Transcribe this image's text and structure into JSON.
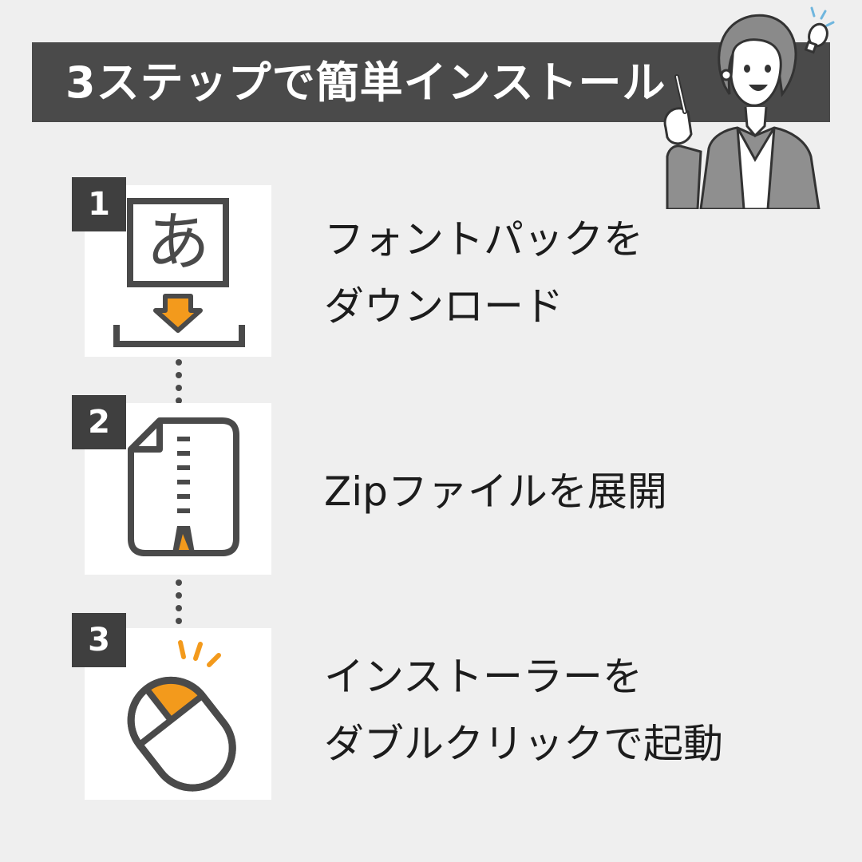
{
  "header": {
    "title": "3ステップで簡単インストール"
  },
  "steps": [
    {
      "number": "1",
      "icon": "font-download-icon",
      "glyph": "あ",
      "line1": "フォントパックを",
      "line2": "ダウンロード"
    },
    {
      "number": "2",
      "icon": "zip-file-icon",
      "line1": "Zipファイルを展開"
    },
    {
      "number": "3",
      "icon": "mouse-double-click-icon",
      "line1": "インストーラーを",
      "line2": "ダブルクリックで起動"
    }
  ],
  "colors": {
    "accent": "#f39a1c",
    "dark": "#4a4a4a",
    "background": "#efefef",
    "card": "#ffffff"
  }
}
